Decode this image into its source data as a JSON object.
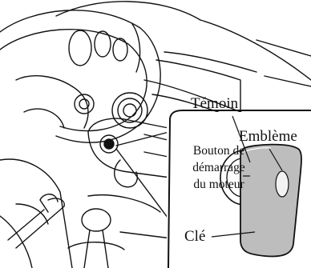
{
  "labels": {
    "temoin": "Témoin",
    "embleme": "Emblème",
    "bouton_line1": "Bouton de",
    "bouton_line2": "démarrage",
    "bouton_line3": "du moteur",
    "cle": "Clé"
  },
  "colors": {
    "line": "#111111",
    "key_fill": "#bdbdbd",
    "emblem_fill": "#f2f2f2",
    "background": "#ffffff"
  }
}
